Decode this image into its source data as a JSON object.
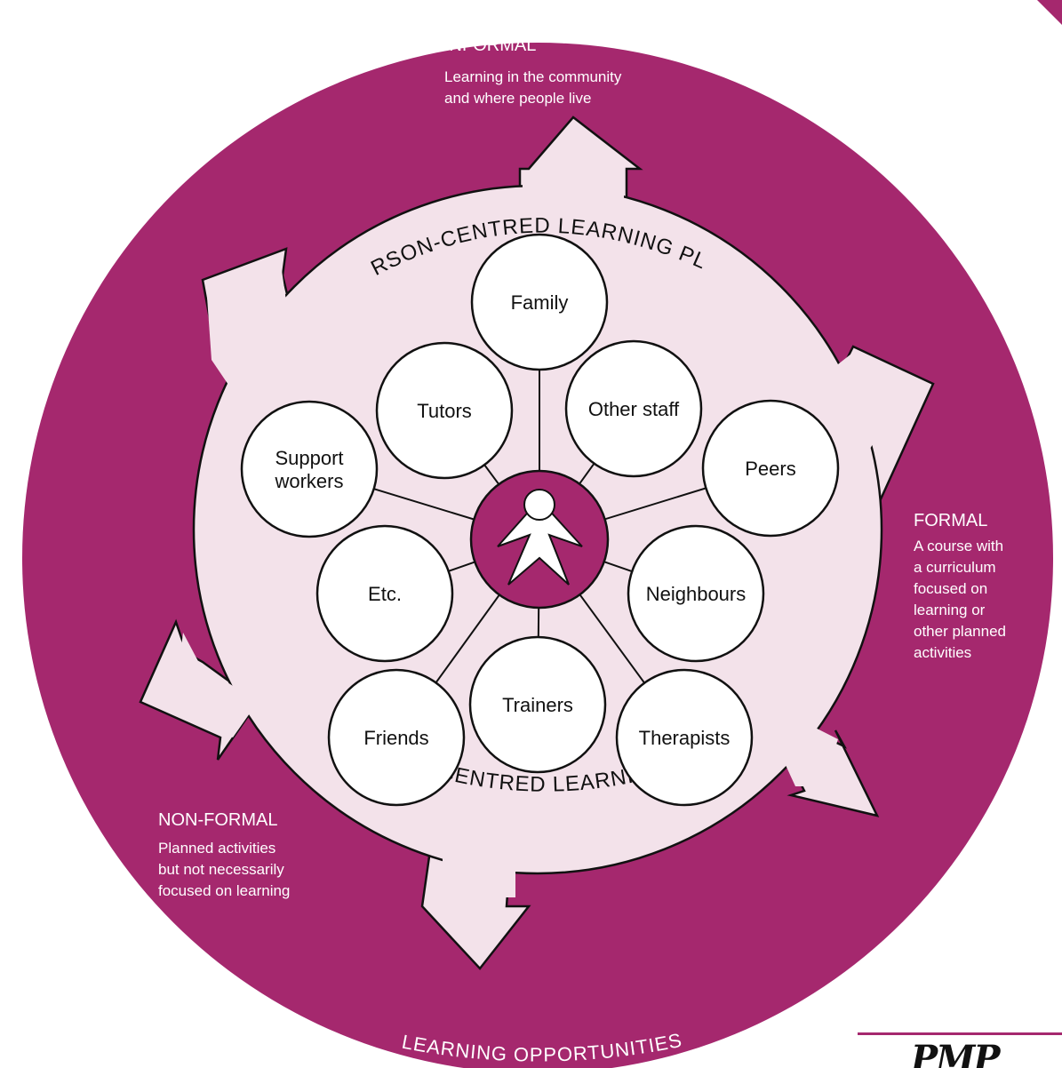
{
  "colors": {
    "ring": "#a5286e",
    "inner": "#f3e2ea",
    "node_fill": "#ffffff",
    "stroke": "#111111",
    "light_text": "#ffffff",
    "dark_text": "#111111"
  },
  "center_icon": "person-icon",
  "plan_label_top": "PERSON-CENTRED LEARNING PLAN",
  "plan_label_bottom": "PERSON-CENTRED LEARNING PLAN",
  "outer_label": "LEARNING OPPORTUNITIES",
  "zones": {
    "informal": {
      "title": "INFORMAL",
      "lines": [
        "Learning in the community",
        "and where people live"
      ]
    },
    "formal": {
      "title": "FORMAL",
      "lines": [
        "A course with",
        "a curriculum",
        "focused on",
        "learning or",
        "other planned",
        "activities"
      ]
    },
    "nonformal": {
      "title": "NON-FORMAL",
      "lines": [
        "Planned activities",
        "but not necessarily",
        "focused on learning"
      ]
    }
  },
  "nodes": [
    {
      "id": "family",
      "lines": [
        "Family"
      ]
    },
    {
      "id": "other-staff",
      "lines": [
        "Other staff"
      ]
    },
    {
      "id": "peers",
      "lines": [
        "Peers"
      ]
    },
    {
      "id": "neighbours",
      "lines": [
        "Neighbours"
      ]
    },
    {
      "id": "therapists",
      "lines": [
        "Therapists"
      ]
    },
    {
      "id": "trainers",
      "lines": [
        "Trainers"
      ]
    },
    {
      "id": "friends",
      "lines": [
        "Friends"
      ]
    },
    {
      "id": "etc",
      "lines": [
        "Etc."
      ]
    },
    {
      "id": "support-workers",
      "lines": [
        "Support",
        "workers"
      ]
    },
    {
      "id": "tutors",
      "lines": [
        "Tutors"
      ]
    }
  ],
  "logo_text": "PMP"
}
